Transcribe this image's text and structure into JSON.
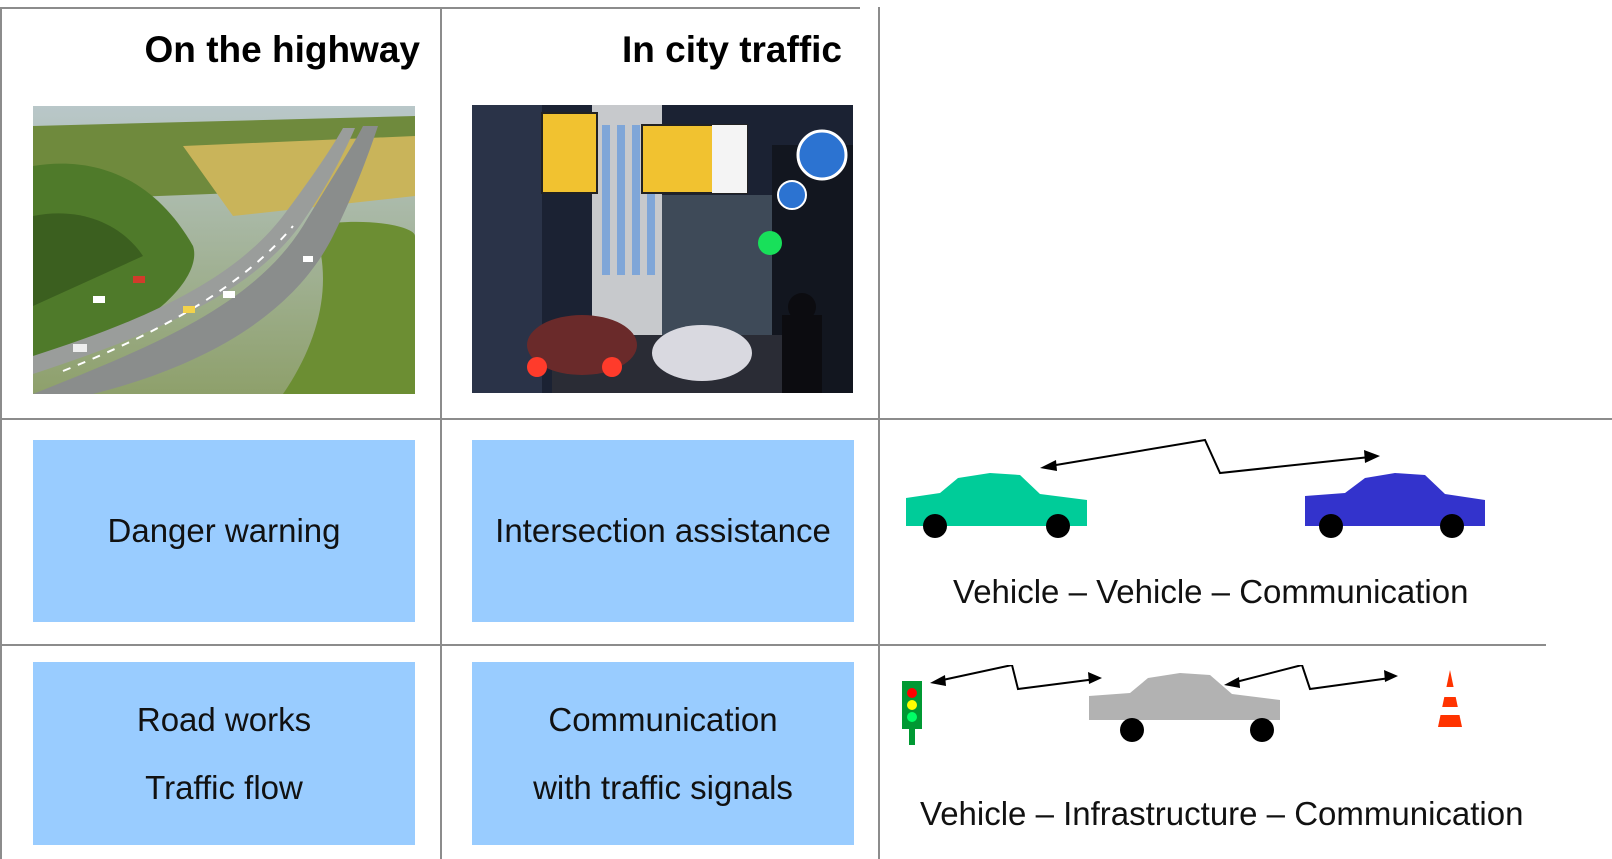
{
  "header": {
    "highway_title": "On the highway",
    "city_title": "In city traffic"
  },
  "photos": {
    "highway": "highway-photo",
    "city": "city-traffic-photo"
  },
  "row_danger": {
    "highway_box": "Danger warning",
    "city_box": "Intersection assistance",
    "caption": "Vehicle – Vehicle – Communication"
  },
  "row_infra": {
    "highway_box_line1": "Road works",
    "highway_box_line2": "Traffic flow",
    "city_box_line1": "Communication",
    "city_box_line2": "with traffic signals",
    "caption": "Vehicle – Infrastructure – Communication"
  },
  "colors": {
    "box_fill": "#99ccff",
    "car_green": "#00cc99",
    "car_blue": "#3333cc",
    "car_gray": "#b2b2b2",
    "cone_red": "#ff3300",
    "signal_green": "#009933"
  }
}
